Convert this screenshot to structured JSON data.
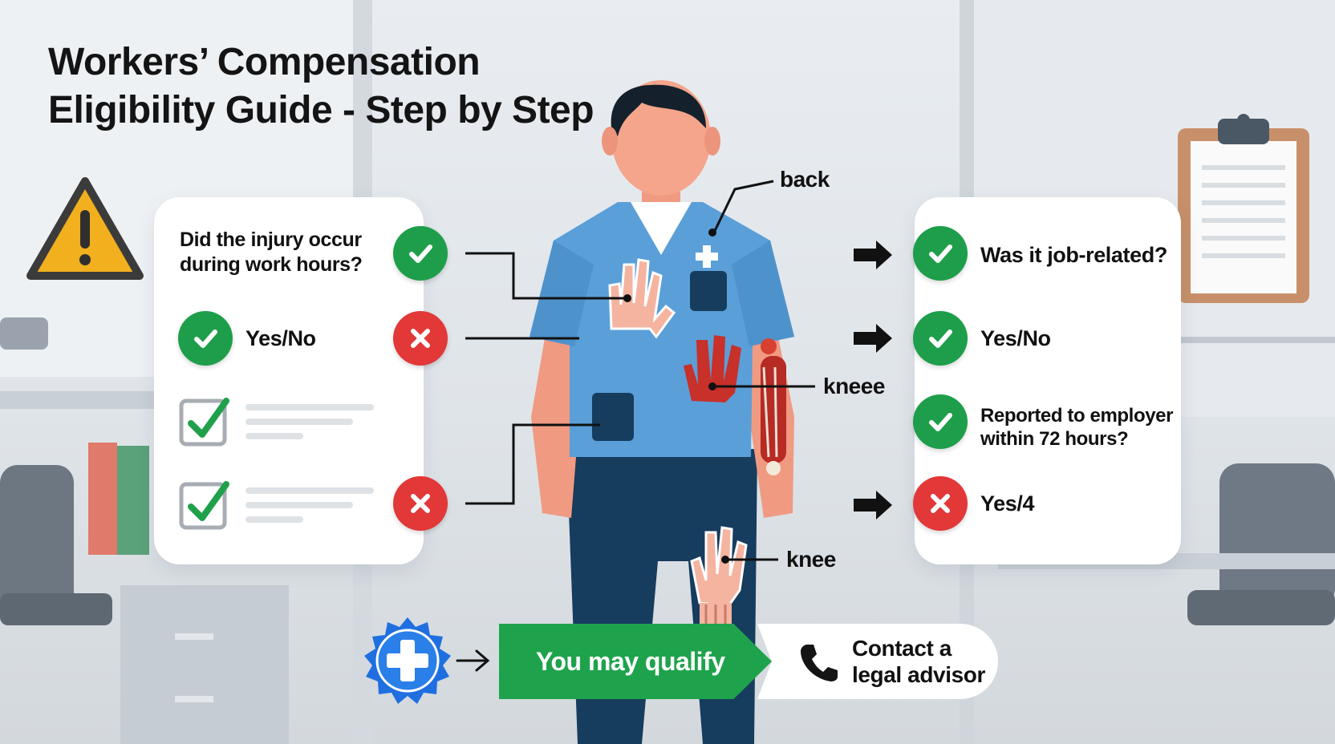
{
  "title": {
    "line1": "Workers’ Compensation",
    "line2": "Eligibility Guide - Step by Step"
  },
  "left_card": {
    "question": {
      "line1": "Did the injury occur",
      "line2": "during work hours?"
    },
    "answer_label": "Yes/No"
  },
  "right_card": {
    "q1": "Was it job-related?",
    "a1": "Yes/No",
    "q2": {
      "line1": "Reported to employer",
      "line2": "within 72 hours?"
    },
    "a2": "Yes/4"
  },
  "body_parts": {
    "back": "back",
    "kneee": "kneee",
    "knee": "knee"
  },
  "outcome": {
    "qualify": "You may qualify",
    "contact_line1": "Contact a",
    "contact_line2": "legal advisor"
  },
  "icons": {
    "warning": "warning-triangle-icon",
    "clipboard": "clipboard-icon",
    "check": "check-icon",
    "cross": "cross-icon",
    "checkbox": "checkbox-checked-icon",
    "medical": "medical-cross-badge-icon",
    "phone": "phone-icon"
  },
  "colors": {
    "check": "#1e9e4a",
    "cross": "#e23838",
    "qualify": "#1ea34c",
    "scrubs": "#5a9fd8",
    "pants": "#163c5e",
    "medical_badge": "#1f6fe0"
  }
}
